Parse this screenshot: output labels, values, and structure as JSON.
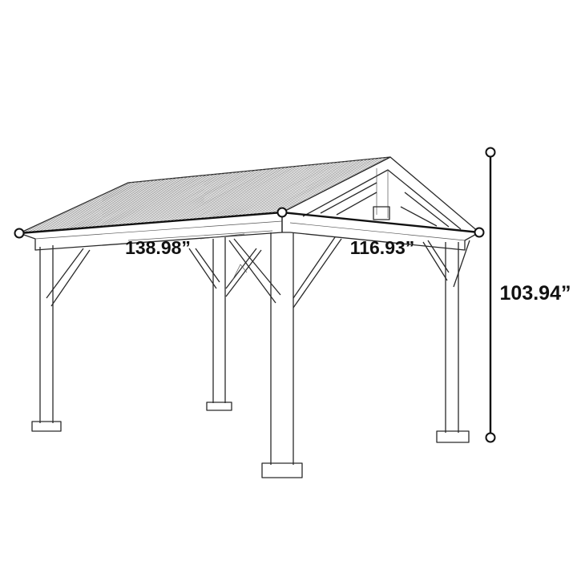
{
  "dimensions": {
    "length": "138.98”",
    "depth": "116.93”",
    "height": "103.94”"
  },
  "colors": {
    "line": "#111111",
    "sketch": "#2a2a2a",
    "background": "#ffffff"
  }
}
